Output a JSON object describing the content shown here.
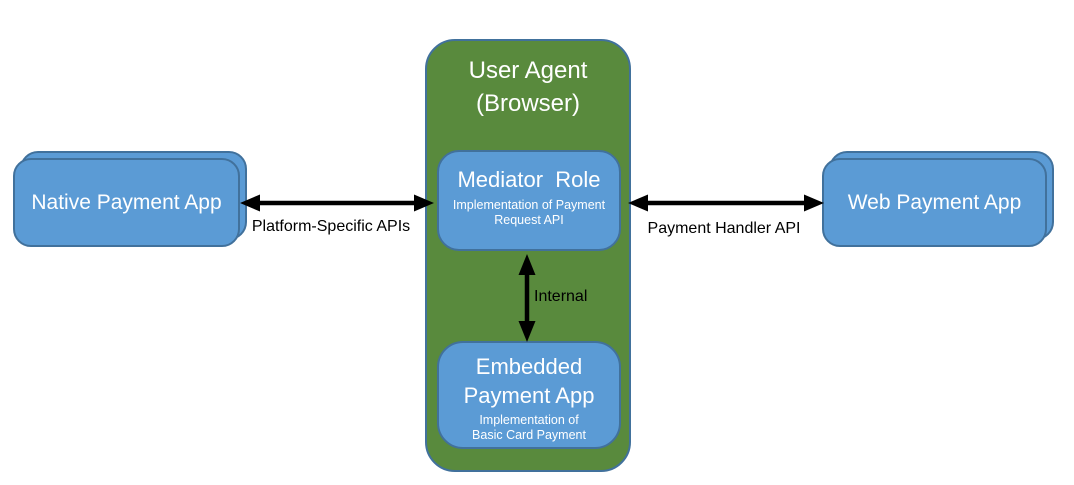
{
  "user_agent": {
    "title": "User Agent (Browser)",
    "mediator": {
      "title": "Mediator  Role",
      "subtitle": "Implementation of Payment Request API"
    },
    "embedded": {
      "title": "Embedded Payment App",
      "subtitle": "Implementation of Basic Card Payment"
    },
    "internal_arrow_label": "Internal"
  },
  "native_app": {
    "title": "Native Payment App"
  },
  "web_app": {
    "title": "Web Payment App"
  },
  "connections": {
    "platform_label": "Platform-Specific APIs",
    "handler_label": "Payment Handler API"
  },
  "colors": {
    "green_fill": "#598a3d",
    "blue_fill": "#5b9bd5",
    "box_border": "#41719c",
    "arrow_black": "#000000",
    "label_text": "#000000",
    "box_text": "#ffffff",
    "background": "#ffffff"
  }
}
